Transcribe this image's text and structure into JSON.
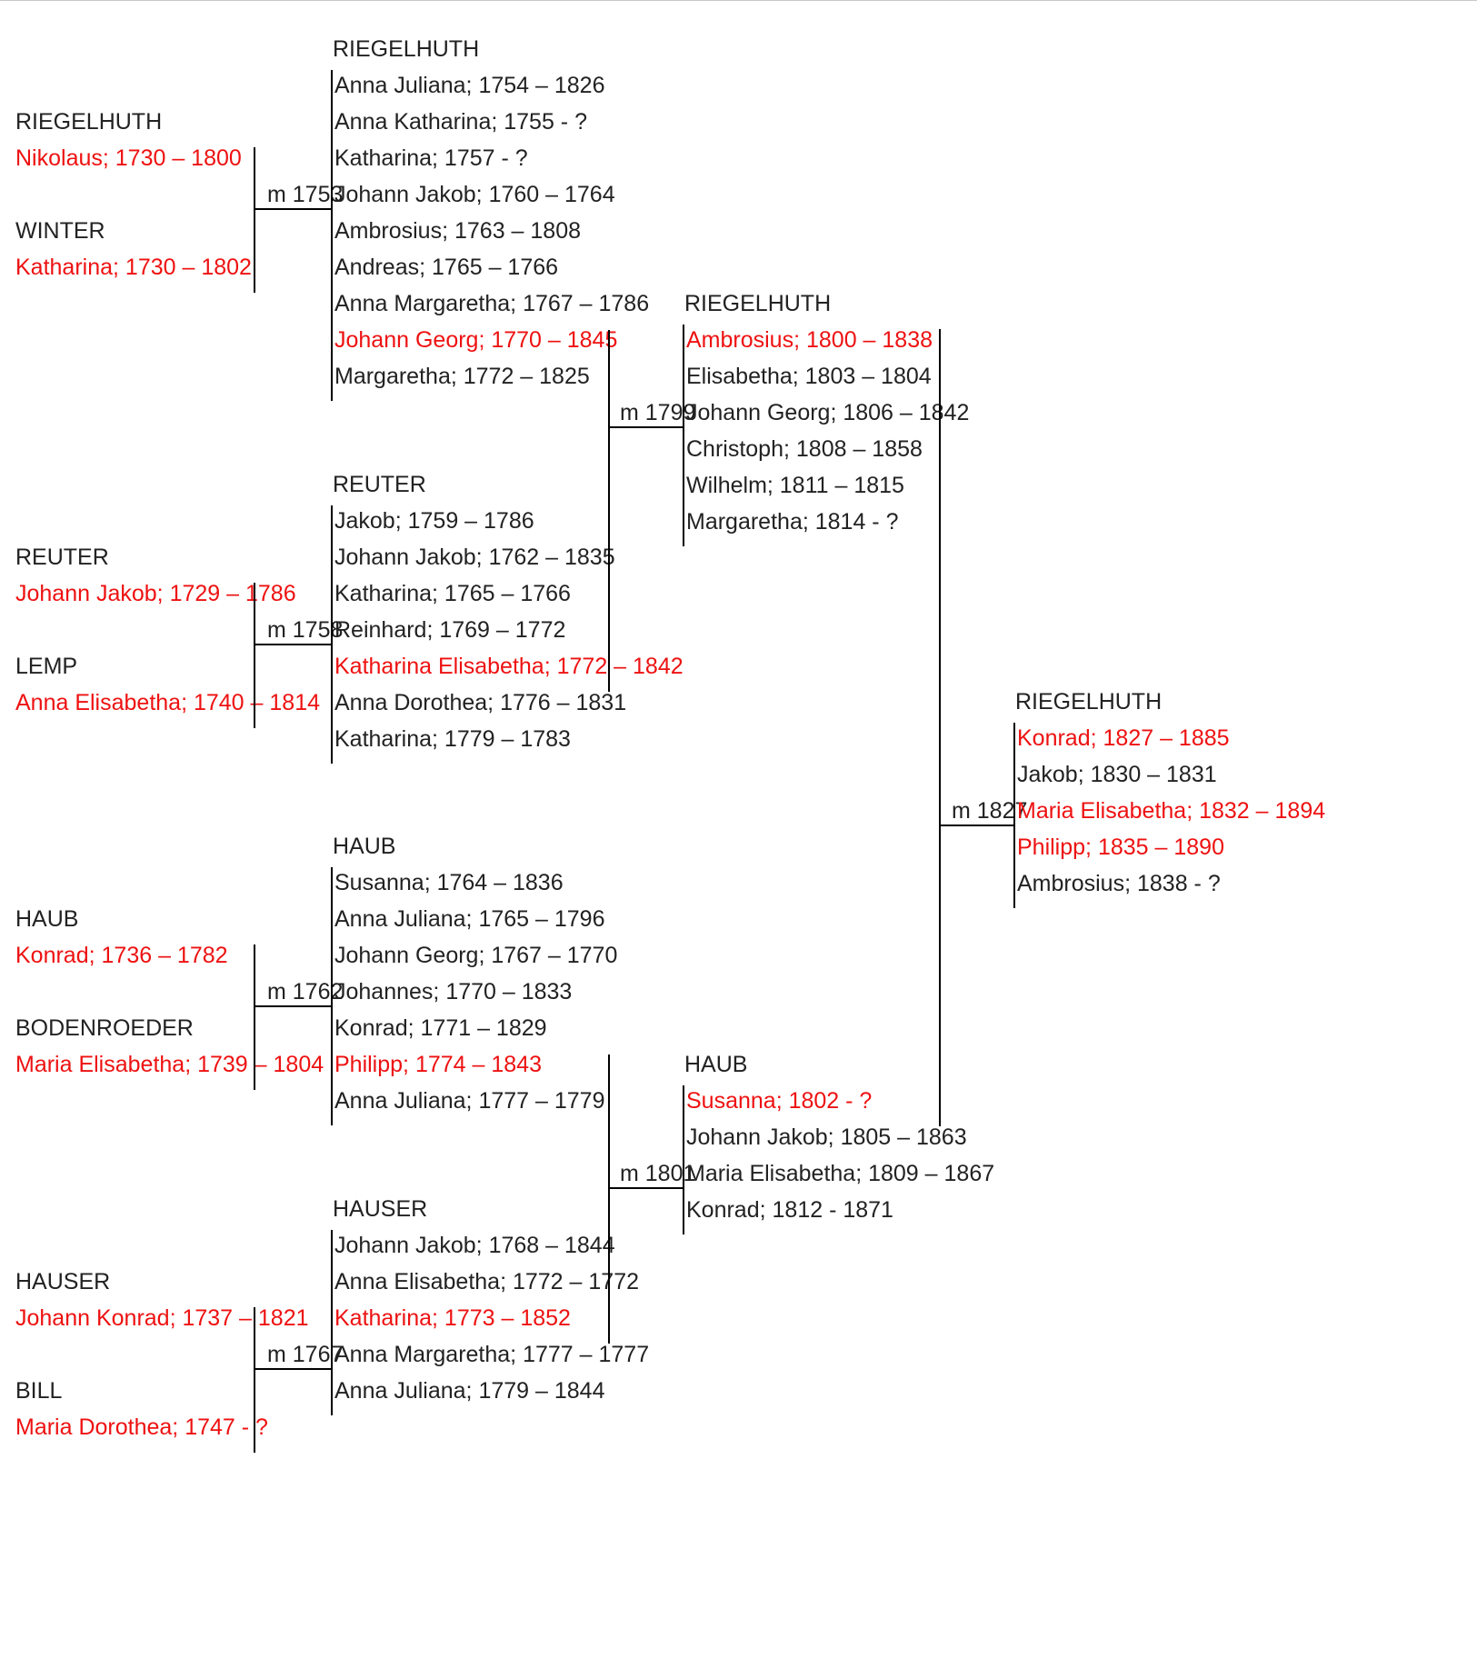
{
  "colors": {
    "highlight": "#ee1111",
    "normal": "#222222",
    "line": "#000000"
  },
  "gen1": [
    {
      "husband_surname": "RIEGELHUTH",
      "husband_name": "Nikolaus; 1730 – 1800",
      "wife_surname": "WINTER",
      "wife_name": "Katharina; 1730 – 1802",
      "marriage": "m 1753",
      "children_surname": "RIEGELHUTH",
      "children": [
        {
          "name": "Anna Juliana; 1754 – 1826",
          "highlight": false
        },
        {
          "name": "Anna Katharina; 1755 - ?",
          "highlight": false
        },
        {
          "name": "Katharina; 1757 - ?",
          "highlight": false
        },
        {
          "name": "Johann Jakob; 1760 – 1764",
          "highlight": false
        },
        {
          "name": "Ambrosius; 1763 – 1808",
          "highlight": false
        },
        {
          "name": "Andreas; 1765 – 1766",
          "highlight": false
        },
        {
          "name": "Anna Margaretha; 1767 – 1786",
          "highlight": false
        },
        {
          "name": "Johann Georg; 1770 – 1845",
          "highlight": true
        },
        {
          "name": "Margaretha; 1772 – 1825",
          "highlight": false
        }
      ]
    },
    {
      "husband_surname": "REUTER",
      "husband_name": "Johann Jakob; 1729 – 1786",
      "wife_surname": "LEMP",
      "wife_name": "Anna Elisabetha; 1740 – 1814",
      "marriage": "m 1758",
      "children_surname": "REUTER",
      "children": [
        {
          "name": "Jakob; 1759 – 1786",
          "highlight": false
        },
        {
          "name": "Johann Jakob; 1762 – 1835",
          "highlight": false
        },
        {
          "name": "Katharina; 1765 – 1766",
          "highlight": false
        },
        {
          "name": "Reinhard; 1769 – 1772",
          "highlight": false
        },
        {
          "name": "Katharina Elisabetha; 1772 – 1842",
          "highlight": true
        },
        {
          "name": "Anna Dorothea; 1776 – 1831",
          "highlight": false
        },
        {
          "name": "Katharina; 1779 – 1783",
          "highlight": false
        }
      ]
    },
    {
      "husband_surname": "HAUB",
      "husband_name": "Konrad; 1736 – 1782",
      "wife_surname": "BODENROEDER",
      "wife_name": "Maria Elisabetha; 1739 – 1804",
      "marriage": "m 1762",
      "children_surname": "HAUB",
      "children": [
        {
          "name": "Susanna; 1764 – 1836",
          "highlight": false
        },
        {
          "name": "Anna Juliana; 1765 – 1796",
          "highlight": false
        },
        {
          "name": "Johann Georg; 1767 – 1770",
          "highlight": false
        },
        {
          "name": "Johannes; 1770 – 1833",
          "highlight": false
        },
        {
          "name": "Konrad; 1771 – 1829",
          "highlight": false
        },
        {
          "name": "Philipp; 1774 – 1843",
          "highlight": true
        },
        {
          "name": "Anna Juliana; 1777 – 1779",
          "highlight": false
        }
      ]
    },
    {
      "husband_surname": "HAUSER",
      "husband_name": "Johann Konrad; 1737 – 1821",
      "wife_surname": "BILL",
      "wife_name": "Maria Dorothea; 1747 - ?",
      "marriage": "m 1767",
      "children_surname": "HAUSER",
      "children": [
        {
          "name": "Johann Jakob; 1768 – 1844",
          "highlight": false
        },
        {
          "name": "Anna Elisabetha; 1772 – 1772",
          "highlight": false
        },
        {
          "name": "Katharina; 1773 – 1852",
          "highlight": true
        },
        {
          "name": "Anna Margaretha; 1777 – 1777",
          "highlight": false
        },
        {
          "name": "Anna Juliana; 1779 – 1844",
          "highlight": false
        }
      ]
    }
  ],
  "gen2": [
    {
      "marriage": "m 1799",
      "children_surname": "RIEGELHUTH",
      "children": [
        {
          "name": "Ambrosius; 1800 – 1838",
          "highlight": true
        },
        {
          "name": "Elisabetha; 1803 – 1804",
          "highlight": false
        },
        {
          "name": "Johann Georg; 1806 – 1842",
          "highlight": false
        },
        {
          "name": "Christoph; 1808 – 1858",
          "highlight": false
        },
        {
          "name": "Wilhelm; 1811 – 1815",
          "highlight": false
        },
        {
          "name": "Margaretha; 1814 - ?",
          "highlight": false
        }
      ]
    },
    {
      "marriage": "m 1801",
      "children_surname": "HAUB",
      "children": [
        {
          "name": "Susanna; 1802 - ?",
          "highlight": true
        },
        {
          "name": "Johann Jakob; 1805 – 1863",
          "highlight": false
        },
        {
          "name": "Maria Elisabetha; 1809 – 1867",
          "highlight": false
        },
        {
          "name": "Konrad; 1812 - 1871",
          "highlight": false
        }
      ]
    }
  ],
  "gen3": {
    "marriage": "m 1827",
    "children_surname": "RIEGELHUTH",
    "children": [
      {
        "name": "Konrad; 1827 – 1885",
        "highlight": true
      },
      {
        "name": "Jakob; 1830 – 1831",
        "highlight": false
      },
      {
        "name": "Maria Elisabetha; 1832 – 1894",
        "highlight": true
      },
      {
        "name": "Philipp; 1835 – 1890",
        "highlight": true
      },
      {
        "name": "Ambrosius; 1838 - ?",
        "highlight": false
      }
    ]
  }
}
